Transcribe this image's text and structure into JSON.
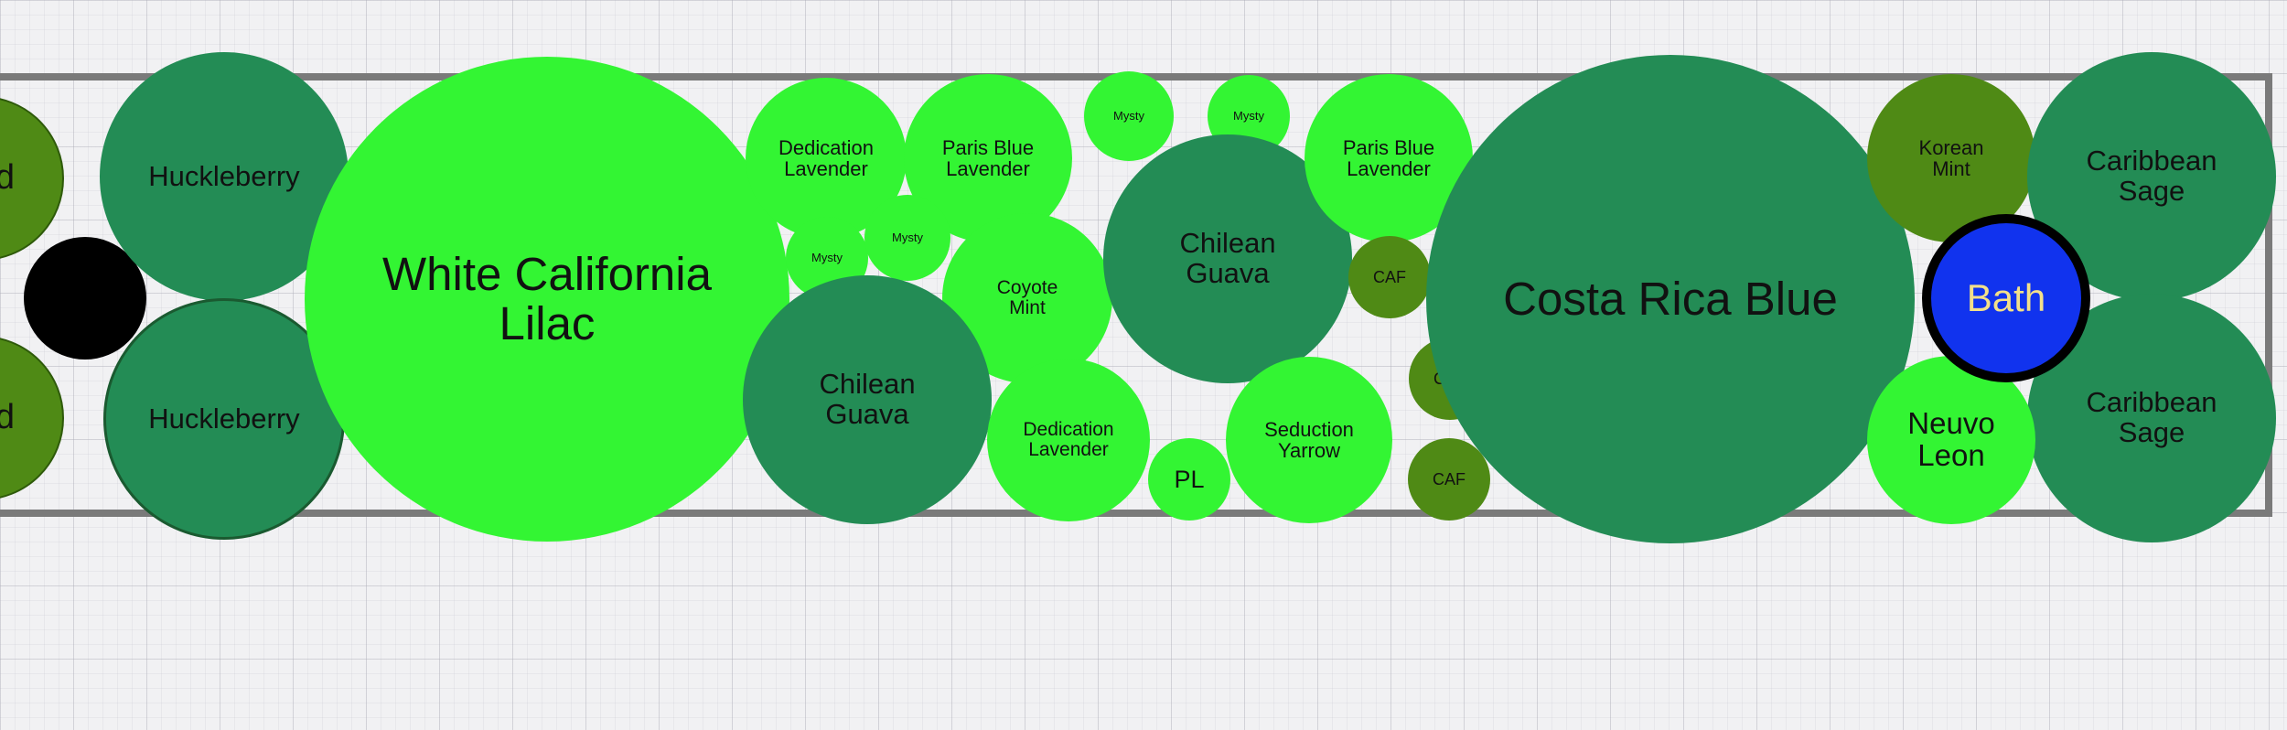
{
  "palette": {
    "lime": "#33f533",
    "forest": "#238c55",
    "olive": "#4f8a15",
    "black": "#000000",
    "blue": "#1133ee",
    "bath_text": "#f3e08a"
  },
  "plants": [
    {
      "id": "left-olive-top",
      "label": "d",
      "color": "olive"
    },
    {
      "id": "left-olive-bottom",
      "label": "d",
      "color": "olive"
    },
    {
      "id": "black-accent",
      "label": "",
      "color": "black"
    },
    {
      "id": "huckleberry-top",
      "label": "Huckleberry",
      "color": "forest"
    },
    {
      "id": "huckleberry-bottom",
      "label": "Huckleberry",
      "color": "forest"
    },
    {
      "id": "white-california-lilac",
      "label": "White California\nLilac",
      "color": "lime"
    },
    {
      "id": "dedication-lavender-top",
      "label": "Dedication\nLavender",
      "color": "lime"
    },
    {
      "id": "paris-blue-lavender-left",
      "label": "Paris Blue\nLavender",
      "color": "lime"
    },
    {
      "id": "mysty-1",
      "label": "Mysty",
      "color": "lime"
    },
    {
      "id": "mysty-2",
      "label": "Mysty",
      "color": "lime"
    },
    {
      "id": "mysty-3",
      "label": "Mysty",
      "color": "lime"
    },
    {
      "id": "mysty-4",
      "label": "Mysty",
      "color": "lime"
    },
    {
      "id": "coyote-mint",
      "label": "Coyote\nMint",
      "color": "lime"
    },
    {
      "id": "chilean-guava-bottom",
      "label": "Chilean\nGuava",
      "color": "forest"
    },
    {
      "id": "dedication-lavender-bottom",
      "label": "Dedication\nLavender",
      "color": "lime"
    },
    {
      "id": "chilean-guava-top",
      "label": "Chilean\nGuava",
      "color": "forest"
    },
    {
      "id": "pl",
      "label": "PL",
      "color": "lime"
    },
    {
      "id": "paris-blue-lavender-right",
      "label": "Paris Blue\nLavender",
      "color": "lime"
    },
    {
      "id": "caf-1",
      "label": "CAF",
      "color": "olive"
    },
    {
      "id": "caf-2",
      "label": "CAF",
      "color": "olive"
    },
    {
      "id": "caf-3",
      "label": "CAF",
      "color": "olive"
    },
    {
      "id": "seduction-yarrow",
      "label": "Seduction\nYarrow",
      "color": "lime"
    },
    {
      "id": "costa-rica-blue",
      "label": "Costa Rica Blue",
      "color": "forest"
    },
    {
      "id": "korean-mint",
      "label": "Korean\nMint",
      "color": "olive"
    },
    {
      "id": "caribbean-sage-top",
      "label": "Caribbean\nSage",
      "color": "forest"
    },
    {
      "id": "caribbean-sage-bottom",
      "label": "Caribbean\nSage",
      "color": "forest"
    },
    {
      "id": "neuvo-leon",
      "label": "Neuvo\nLeon",
      "color": "lime"
    },
    {
      "id": "bath",
      "label": "Bath",
      "color": "blue"
    }
  ]
}
